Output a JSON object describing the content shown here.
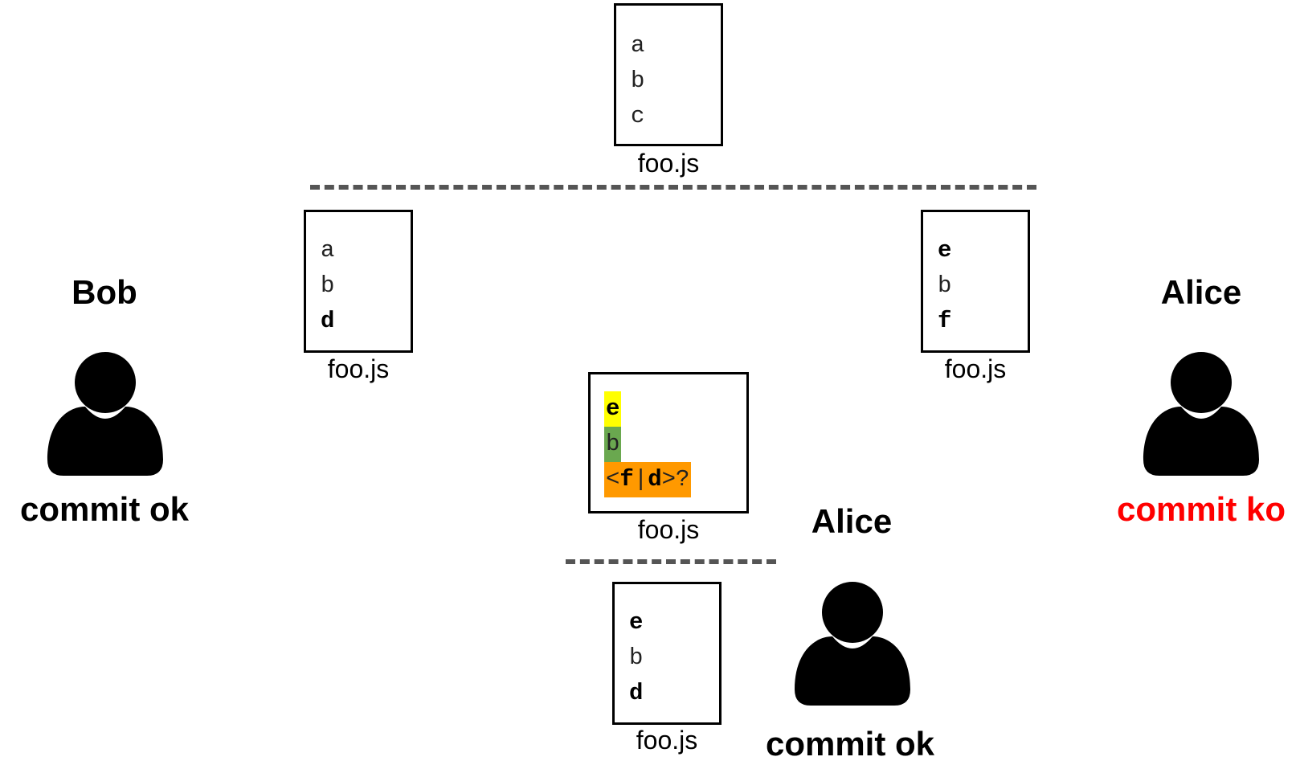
{
  "base": {
    "lines": [
      "a",
      "b",
      "c"
    ],
    "filename": "foo.js"
  },
  "bob": {
    "name": "Bob",
    "status": "commit ok",
    "status_color": "#000000",
    "file": {
      "lines": [
        "a",
        "b",
        "d"
      ],
      "filename": "foo.js"
    }
  },
  "alice_right": {
    "name": "Alice",
    "status": "commit ko",
    "status_color": "#ff0000",
    "file": {
      "lines": [
        "e",
        "b",
        "f"
      ],
      "filename": "foo.js"
    }
  },
  "merge": {
    "line1": "e",
    "line2": "b",
    "line3": {
      "open": "<",
      "left": "f",
      "sep": "|",
      "right": "d",
      "close": ">?"
    },
    "filename": "foo.js",
    "colors": {
      "yellow": "#ffff00",
      "green": "#6aa84f",
      "orange": "#ff9900"
    }
  },
  "alice_bottom": {
    "name": "Alice",
    "status": "commit ok",
    "status_color": "#000000",
    "file": {
      "lines": [
        "e",
        "b",
        "d"
      ],
      "filename": "foo.js"
    }
  }
}
